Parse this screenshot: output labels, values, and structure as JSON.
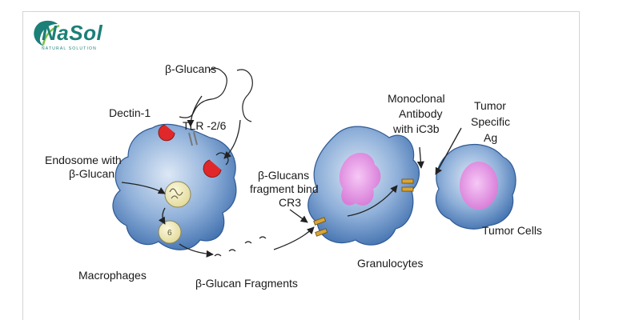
{
  "logo": {
    "name": "NaSol",
    "tagline": "NATURAL SOLUTION"
  },
  "labels": {
    "beta_glucans": "β-Glucans",
    "dectin": "Dectin-1",
    "tlr": "TLR -2/6",
    "endosome_line1": "Endosome with",
    "endosome_line2": "β-Glucan",
    "bind_line1": "β-Glucans",
    "bind_line2": "fragment bind",
    "bind_line3": "CR3",
    "mono_line1": "Monoclonal",
    "mono_line2": "Antibody",
    "mono_line3": "with iC3b",
    "tumor_ag_line1": "Tumor",
    "tumor_ag_line2": "Specific",
    "tumor_ag_line3": "Ag",
    "tumor_cells": "Tumor Cells",
    "granulocytes": "Granulocytes",
    "macrophages": "Macrophages",
    "fragments": "β-Glucan Fragments"
  },
  "colors": {
    "cell_blue": "#5f8ec6",
    "cell_light": "#c9daf0",
    "nucleus": "#e49be4",
    "endosome": "#f2edc0",
    "receptor_red": "#e0282a",
    "receptor_tan": "#d9a538",
    "logo": "#1c7f78"
  }
}
